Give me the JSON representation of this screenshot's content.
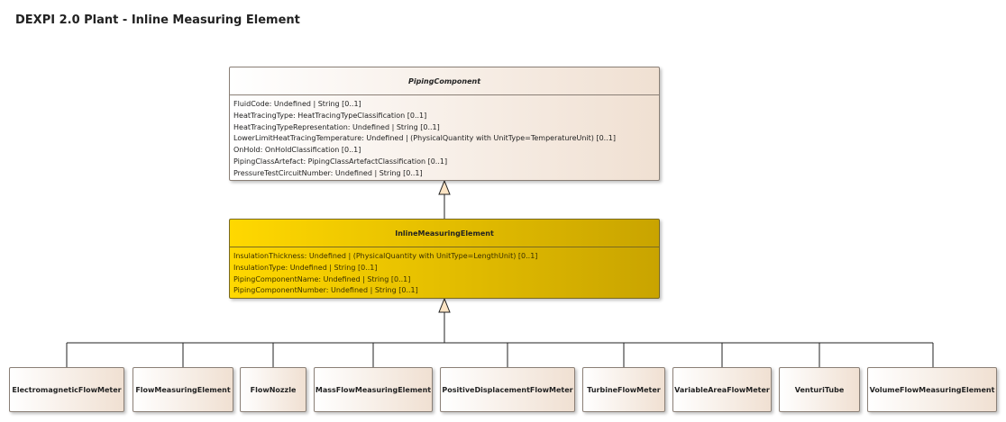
{
  "diagram_title": "DEXPI 2.0 Plant - Inline Measuring Element",
  "parent_class": {
    "name": "PipingComponent",
    "attributes": [
      "FluidCode: Undefined | String [0..1]",
      "HeatTracingType: HeatTracingTypeClassification [0..1]",
      "HeatTracingTypeRepresentation: Undefined | String [0..1]",
      "LowerLimitHeatTracingTemperature: Undefined | (PhysicalQuantity with UnitType=TemperatureUnit) [0..1]",
      "OnHold: OnHoldClassification [0..1]",
      "PipingClassArtefact: PipingClassArtefactClassification [0..1]",
      "PressureTestCircuitNumber: Undefined | String [0..1]"
    ]
  },
  "main_class": {
    "name": "InlineMeasuringElement",
    "attributes": [
      "InsulationThickness: Undefined | (PhysicalQuantity with UnitType=LengthUnit) [0..1]",
      "InsulationType: Undefined | String [0..1]",
      "PipingComponentName: Undefined | String [0..1]",
      "PipingComponentNumber: Undefined | String [0..1]"
    ]
  },
  "subclasses": [
    "ElectromagneticFlowMeter",
    "FlowMeasuringElement",
    "FlowNozzle",
    "MassFlowMeasuringElement",
    "PositiveDisplacementFlowMeter",
    "TurbineFlowMeter",
    "VariableAreaFlowMeter",
    "VenturiTube",
    "VolumeFlowMeasuringElement"
  ],
  "colors": {
    "main_fill": "#ffd800",
    "class_fill": "#f0e0d2",
    "arrow_fill": "#fce4c4"
  }
}
